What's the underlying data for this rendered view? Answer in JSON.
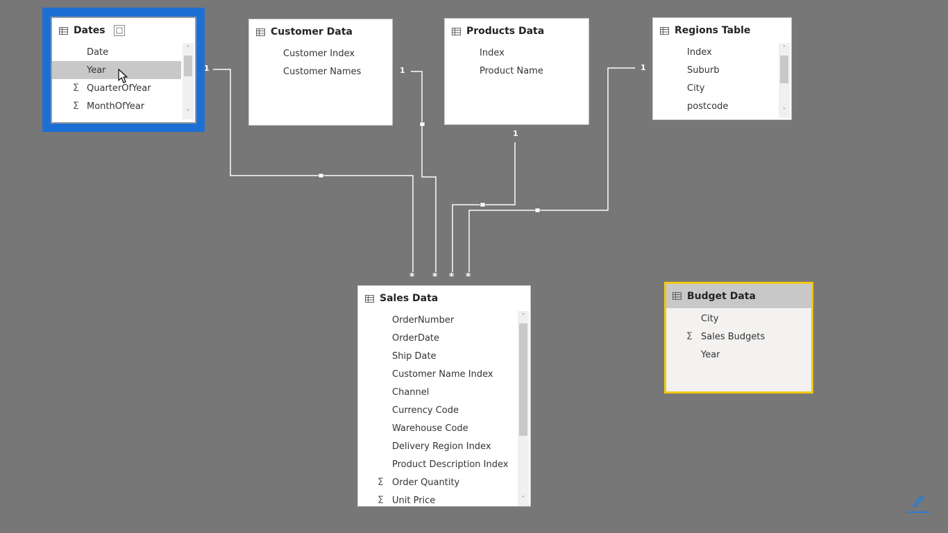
{
  "tables": {
    "dates": {
      "title": "Dates",
      "fields": [
        {
          "label": "Date",
          "sigma": false
        },
        {
          "label": "Year",
          "sigma": false,
          "selected": true
        },
        {
          "label": "QuarterOfYear",
          "sigma": true
        },
        {
          "label": "MonthOfYear",
          "sigma": true
        }
      ]
    },
    "customer": {
      "title": "Customer Data",
      "fields": [
        {
          "label": "Customer Index",
          "sigma": false
        },
        {
          "label": "Customer Names",
          "sigma": false
        }
      ]
    },
    "products": {
      "title": "Products Data",
      "fields": [
        {
          "label": "Index",
          "sigma": false
        },
        {
          "label": "Product Name",
          "sigma": false
        }
      ]
    },
    "regions": {
      "title": "Regions Table",
      "fields": [
        {
          "label": "Index",
          "sigma": false
        },
        {
          "label": "Suburb",
          "sigma": false
        },
        {
          "label": "City",
          "sigma": false
        },
        {
          "label": "postcode",
          "sigma": false
        }
      ]
    },
    "sales": {
      "title": "Sales Data",
      "fields": [
        {
          "label": "OrderNumber",
          "sigma": false
        },
        {
          "label": "OrderDate",
          "sigma": false
        },
        {
          "label": "Ship Date",
          "sigma": false
        },
        {
          "label": "Customer Name Index",
          "sigma": false
        },
        {
          "label": "Channel",
          "sigma": false
        },
        {
          "label": "Currency Code",
          "sigma": false
        },
        {
          "label": "Warehouse Code",
          "sigma": false
        },
        {
          "label": "Delivery Region Index",
          "sigma": false
        },
        {
          "label": "Product Description Index",
          "sigma": false
        },
        {
          "label": "Order Quantity",
          "sigma": true
        },
        {
          "label": "Unit Price",
          "sigma": true
        }
      ]
    },
    "budget": {
      "title": "Budget Data",
      "fields": [
        {
          "label": "City",
          "sigma": false
        },
        {
          "label": "Sales Budgets",
          "sigma": true
        },
        {
          "label": "Year",
          "sigma": false
        }
      ]
    }
  },
  "relations": {
    "one_label": "1",
    "many_label": "*"
  },
  "colors": {
    "background": "#777778",
    "selection_border": "#1e6fd4",
    "budget_border": "#f2c811",
    "line": "#ffffff"
  },
  "icons": {
    "table": "table-icon",
    "sigma": "sigma-icon",
    "expand": "expand-icon",
    "cursor": "cursor-icon",
    "corner": "pen-ruler-icon"
  }
}
